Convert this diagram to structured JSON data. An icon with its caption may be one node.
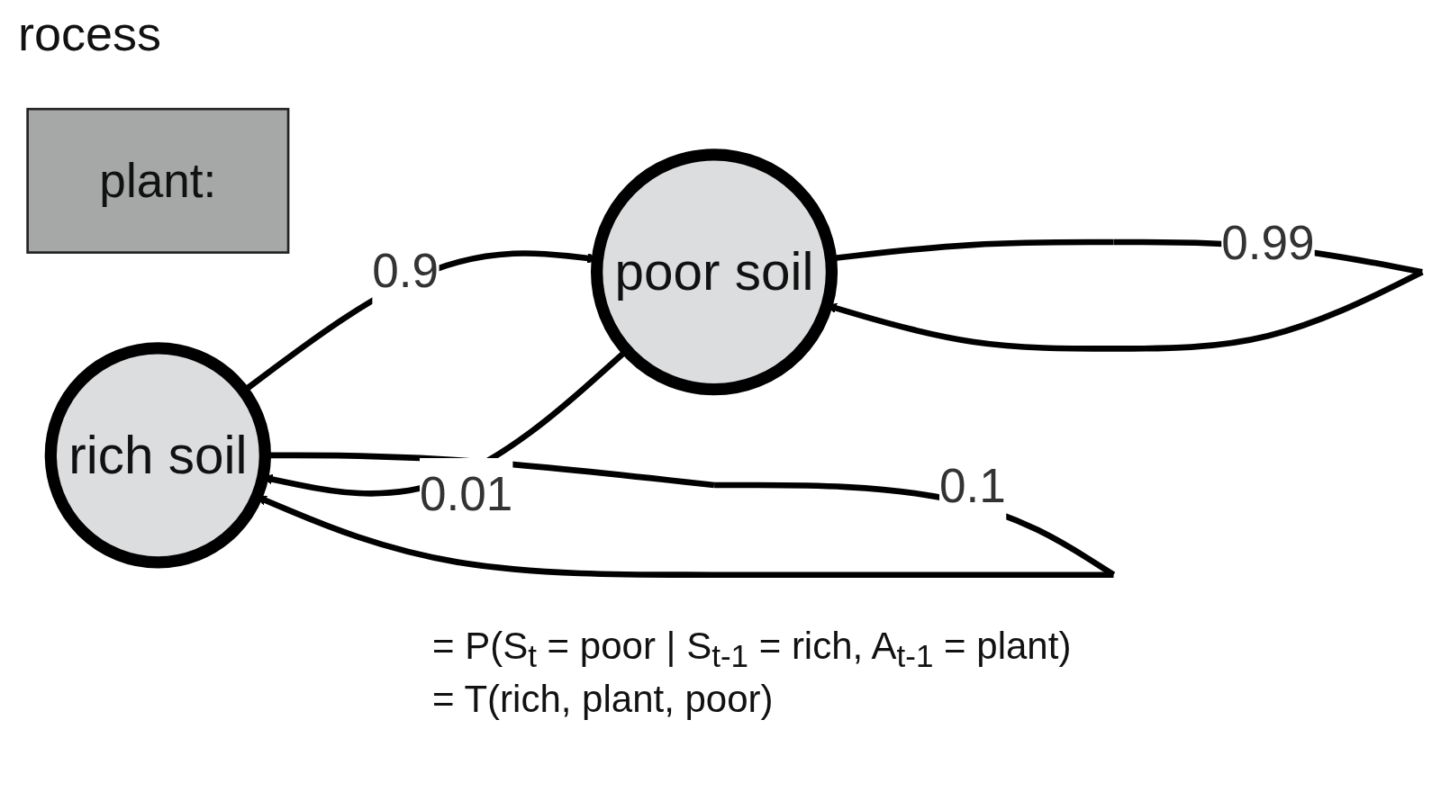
{
  "diagram": {
    "title": "rocess",
    "nodes": [
      {
        "text": [
          "plant:"
        ]
      },
      {
        "text": [
          "rich soil"
        ]
      },
      {
        "text": [
          "poor soil"
        ]
      }
    ],
    "edges": [
      {
        "from": 2,
        "to": 1,
        "arrow": "to",
        "label": "0.01"
      },
      {
        "from": 2,
        "to": 2,
        "arrow": "to",
        "label": "0.99"
      },
      {
        "from": 1,
        "to": 2,
        "arrow": "to",
        "label": "0.9"
      },
      {
        "from": 1,
        "to": 1,
        "arrow": "to",
        "label": "0.1"
      }
    ],
    "labels": [
      "= P(S$_{t}$ = poor | S$_{t-1}$ = rich, A$_{t-1}$ = plant)",
      "= T(rich, plant, poor)"
    ]
  }
}
